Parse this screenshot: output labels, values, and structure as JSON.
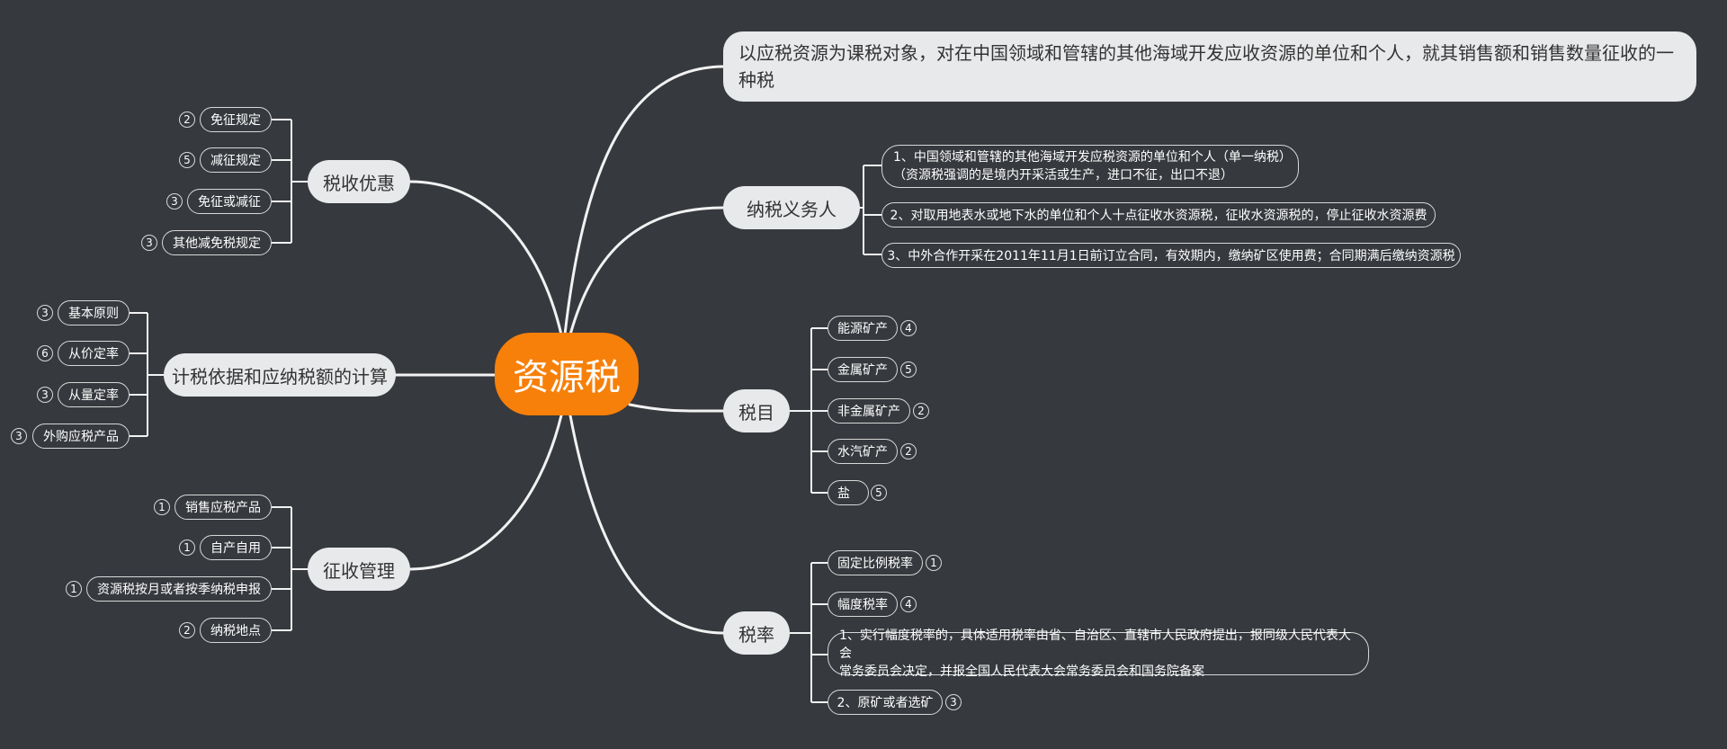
{
  "title": "资源税",
  "definition": "以应税资源为课税对象，对在中国领域和管辖的其他海域开发应收资源的单位和个人，就其销售额和销售数量征收的一种税",
  "right": {
    "taxpayer": {
      "label": "纳税义务人",
      "items": [
        {
          "line1": "1、中国领域和管辖的其他海域开发应税资源的单位和个人（单一纳税）",
          "line2": "（资源税强调的是境内开采活或生产，进口不征，出口不退）"
        },
        {
          "text": "2、对取用地表水或地下水的单位和个人十点征收水资源税，征收水资源税的，停止征收水资源费"
        },
        {
          "text": "3、中外合作开采在2011年11月1日前订立合同，有效期内，缴纳矿区使用费；合同期满后缴纳资源税"
        }
      ]
    },
    "items_branch": {
      "label": "税目",
      "items": [
        {
          "text": "能源矿产",
          "count": "4"
        },
        {
          "text": "金属矿产",
          "count": "5"
        },
        {
          "text": "非金属矿产",
          "count": "2"
        },
        {
          "text": "水汽矿产",
          "count": "2"
        },
        {
          "text": "盐",
          "count": "5"
        }
      ]
    },
    "rate": {
      "label": "税率",
      "items": [
        {
          "text": "固定比例税率",
          "count": "1"
        },
        {
          "text": "幅度税率",
          "count": "4"
        },
        {
          "line1": "1、实行幅度税率的，具体适用税率由省、自治区、直辖市人民政府提出，报同级人民代表大会",
          "line2": "常务委员会决定，并报全国人民代表大会常务委员会和国务院备案"
        },
        {
          "text": "2、原矿或者选矿",
          "count": "3"
        }
      ]
    }
  },
  "left": {
    "preferential": {
      "label": "税收优惠",
      "items": [
        {
          "text": "免征规定",
          "count": "2"
        },
        {
          "text": "减征规定",
          "count": "5"
        },
        {
          "text": "免征或减征",
          "count": "3"
        },
        {
          "text": "其他减免税规定",
          "count": "3"
        }
      ]
    },
    "basis": {
      "label": "计税依据和应纳税额的计算",
      "items": [
        {
          "text": "基本原则",
          "count": "3"
        },
        {
          "text": "从价定率",
          "count": "6"
        },
        {
          "text": "从量定率",
          "count": "3"
        },
        {
          "text": "外购应税产品",
          "count": "3"
        }
      ]
    },
    "administration": {
      "label": "征收管理",
      "items": [
        {
          "text": "销售应税产品",
          "count": "1"
        },
        {
          "text": "自产自用",
          "count": "1"
        },
        {
          "text": "资源税按月或者按季纳税申报",
          "count": "1"
        },
        {
          "text": "纳税地点",
          "count": "2"
        }
      ]
    }
  }
}
